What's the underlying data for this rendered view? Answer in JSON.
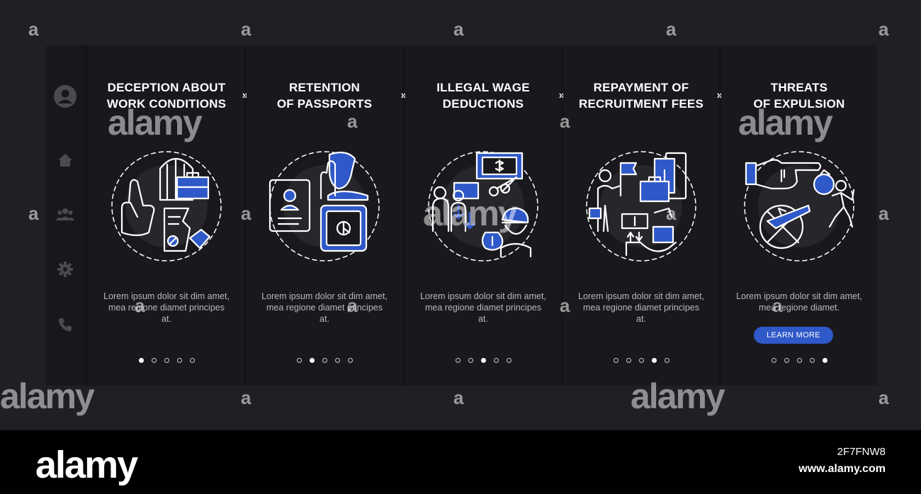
{
  "colors": {
    "accent": "#2f58c8",
    "background": "#1f1f24",
    "panel": "#19191d"
  },
  "sidebar": {
    "icons": [
      "user-icon",
      "home-icon",
      "team-icon",
      "gear-icon",
      "phone-icon"
    ]
  },
  "screens": [
    {
      "title_line1": "DECEPTION ABOUT",
      "title_line2": "WORK CONDITIONS",
      "body": "Lorem ipsum dolor sit dim amet, mea regione diamet principes at.",
      "active_dot": 0
    },
    {
      "title_line1": "RETENTION",
      "title_line2": "OF PASSPORTS",
      "body": "Lorem ipsum dolor sit dim amet, mea regione diamet principes at.",
      "active_dot": 1
    },
    {
      "title_line1": "ILLEGAL WAGE",
      "title_line2": "DEDUCTIONS",
      "body": "Lorem ipsum dolor sit dim amet, mea regione diamet principes at.",
      "active_dot": 2
    },
    {
      "title_line1": "REPAYMENT OF",
      "title_line2": "RECRUITMENT FEES",
      "body": "Lorem ipsum dolor sit dim amet, mea regione diamet principes at.",
      "active_dot": 3
    },
    {
      "title_line1": "THREATS",
      "title_line2": "OF EXPULSION",
      "body": "Lorem ipsum dolor sit dim amet, mea regione diamet.",
      "active_dot": 4,
      "button_label": "LEARN MORE"
    }
  ],
  "navigation": {
    "separator": "»"
  },
  "watermark": {
    "small": "a",
    "big": "alamy"
  },
  "footer": {
    "logo": "alamy",
    "image_id": "2F7FNW8",
    "url": "www.alamy.com"
  }
}
